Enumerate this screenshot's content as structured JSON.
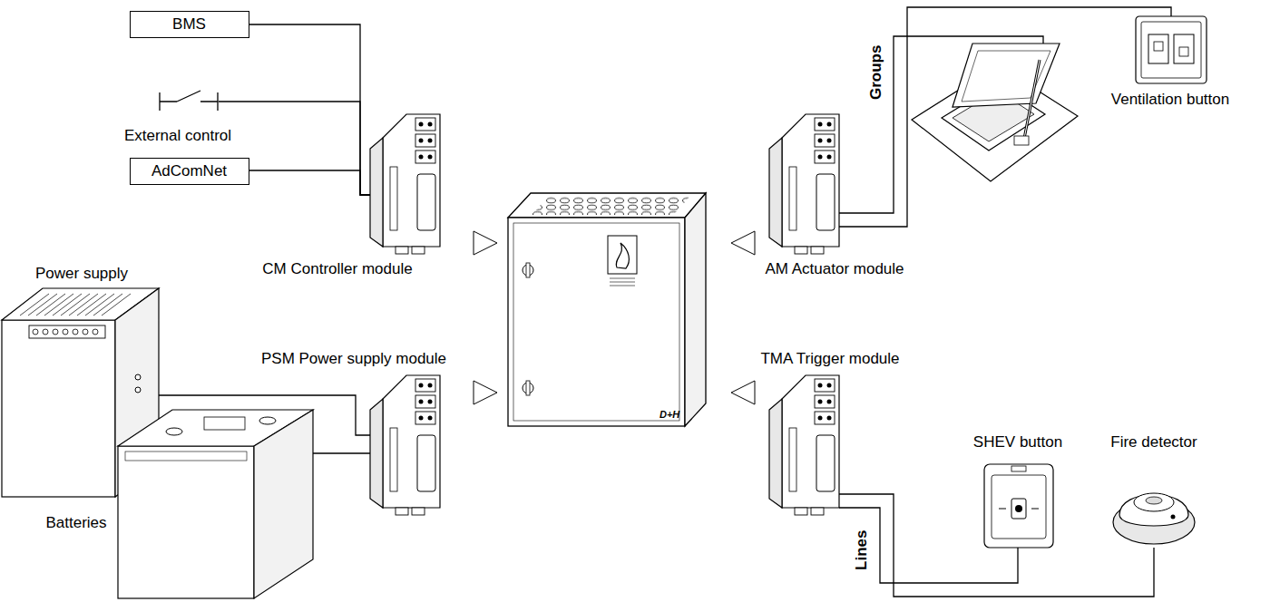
{
  "diagram": {
    "nodes": [
      {
        "text": [
          "BMS"
        ]
      },
      {
        "text": [
          "External control"
        ]
      },
      {
        "text": [
          "AdComNet"
        ]
      },
      {
        "text": [
          "CM Controller module"
        ]
      },
      {
        "text": [
          "Power supply"
        ]
      },
      {
        "text": [
          "Batteries"
        ]
      },
      {
        "text": [
          "PSM Power supply module"
        ]
      },
      {
        "text": [
          "AM Actuator module"
        ]
      },
      {
        "text": [
          "Ventilation button"
        ]
      },
      {
        "text": [
          "TMA Trigger module"
        ]
      },
      {
        "text": [
          "SHEV button"
        ]
      },
      {
        "text": [
          "Fire detector"
        ]
      }
    ],
    "edges": [
      {
        "from": 0,
        "to": 3,
        "arrow": "none"
      },
      {
        "from": 1,
        "to": 3,
        "arrow": "none"
      },
      {
        "from": 2,
        "to": 3,
        "arrow": "none"
      },
      {
        "from": 4,
        "to": 6,
        "arrow": "none"
      },
      {
        "from": 5,
        "to": 6,
        "arrow": "none"
      },
      {
        "from": 7,
        "to": 8,
        "label": "Groups",
        "arrow": "none"
      },
      {
        "from": 9,
        "to": 10,
        "label": "Lines",
        "arrow": "none"
      },
      {
        "from": 9,
        "to": 11,
        "arrow": "none"
      }
    ],
    "labels": [
      "D+H"
    ]
  }
}
